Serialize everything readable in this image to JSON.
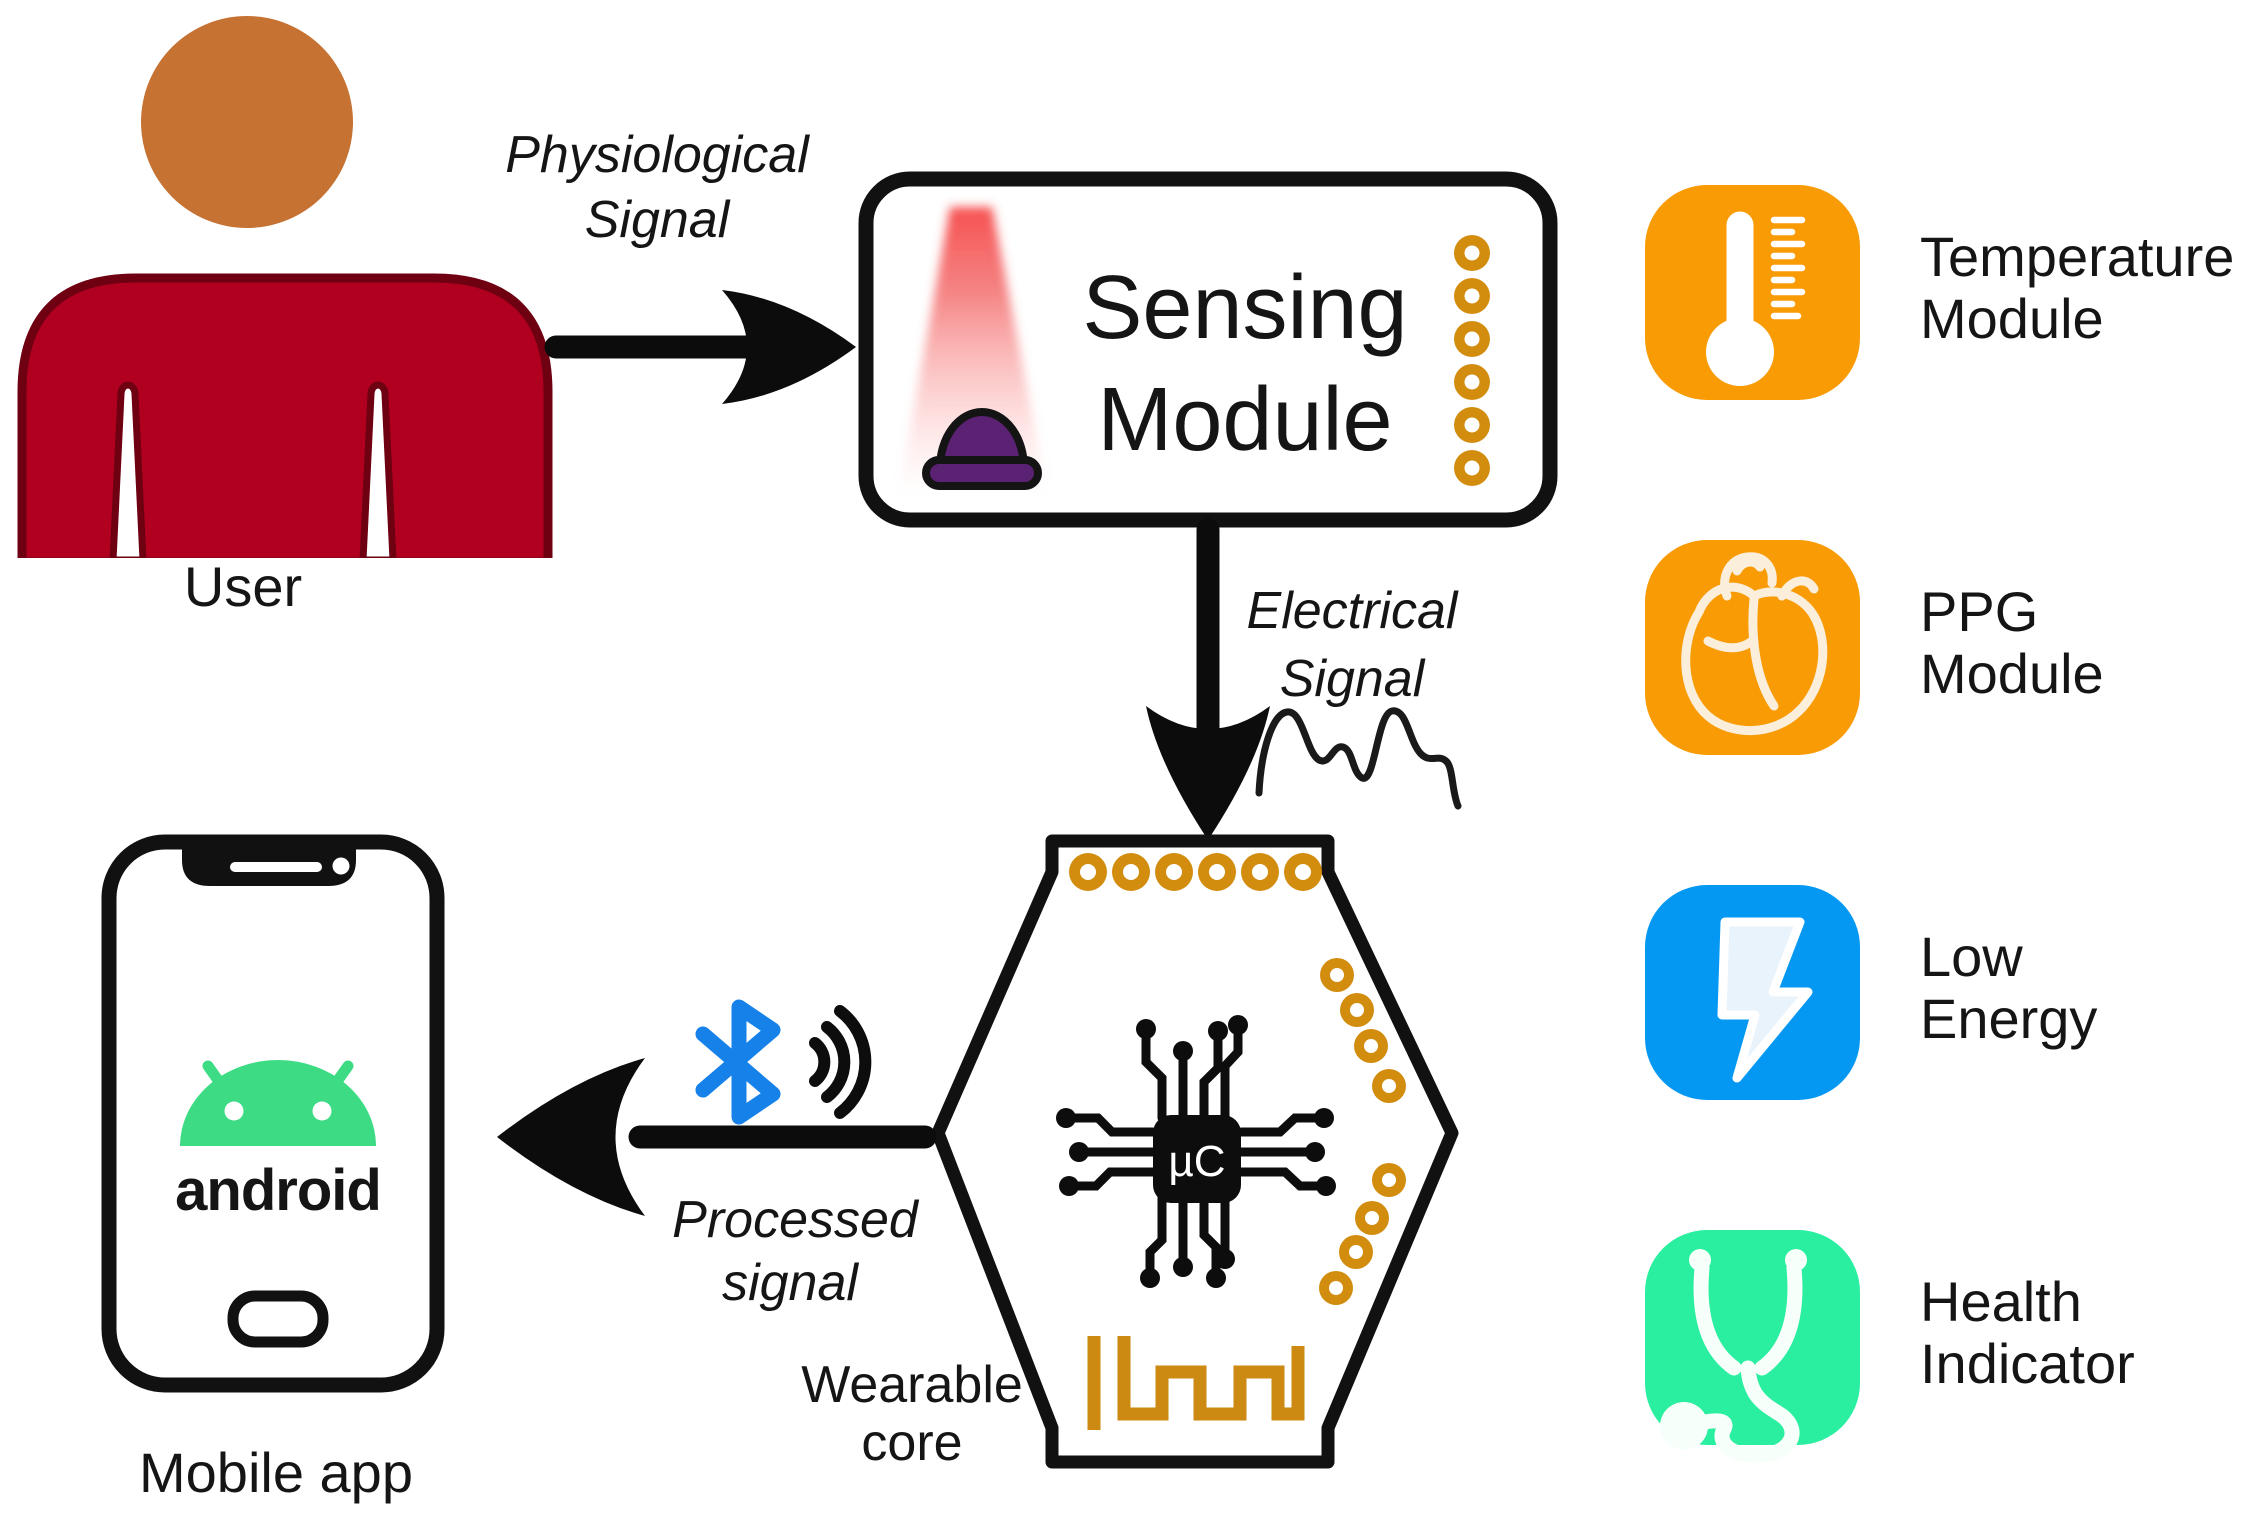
{
  "figure": {
    "user": {
      "label": "User"
    },
    "flows": {
      "physiological": [
        "Physiological",
        "Signal"
      ],
      "electrical": [
        "Electrical",
        "Signal"
      ],
      "processed": [
        "Processed",
        "signal"
      ]
    },
    "sensing_module": {
      "title": [
        "Sensing",
        "Module"
      ]
    },
    "wearable_core": {
      "label": [
        "Wearable",
        "core"
      ],
      "chip_text": "µC"
    },
    "mobile": {
      "wordmark": "android",
      "label": "Mobile app"
    },
    "legend": [
      {
        "icon": "thermometer-icon",
        "label": [
          "Temperature",
          "Module"
        ],
        "color": "#F89B05"
      },
      {
        "icon": "anatomical-heart-icon",
        "label": [
          "PPG",
          "Module"
        ],
        "color": "#F89B05"
      },
      {
        "icon": "lightning-bolt-icon",
        "label": [
          "Low",
          "Energy"
        ],
        "color": "#0598F2"
      },
      {
        "icon": "stethoscope-icon",
        "label": [
          "Health",
          "Indicator"
        ],
        "color": "#2BEFA0"
      }
    ],
    "icons": {
      "person": "person-icon",
      "led_sensor": "led-sensor-icon",
      "waveform": "waveform-icon",
      "microcontroller": "microcontroller-chip-icon",
      "bluetooth": "bluetooth-icon",
      "radio_waves": "radio-waves-icon",
      "smartphone": "smartphone-icon",
      "android_robot": "android-robot-icon"
    },
    "colors": {
      "user_body": "#B1001F",
      "user_body_stroke": "#6E0012",
      "user_head": "#C57232",
      "pad_gold": "#D28C0E",
      "trace_gold": "#CC8A12",
      "sensor_purple": "#5B2173",
      "beam_red": "#F65A5A",
      "bluetooth_blue": "#1581E9",
      "android_green": "#3DDC84",
      "ink": "#111111"
    }
  }
}
